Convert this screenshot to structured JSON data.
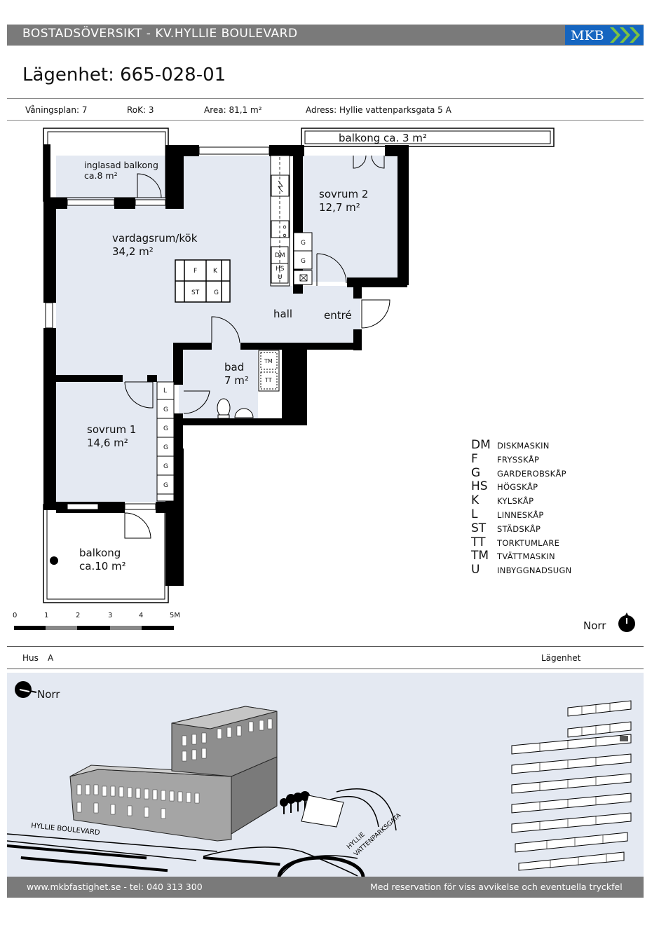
{
  "header": {
    "title": "BOSTADSÖVERSIKT - KV.HYLLIE BOULEVARD",
    "logo_text": "MKB"
  },
  "apartment": {
    "title": "Lägenhet:  665-028-01"
  },
  "info": {
    "floor": "Våningsplan: 7",
    "rok": "RoK: 3",
    "area": "Area: 81,1 m²",
    "address": "Adress: Hyllie vattenparksgata 5 A"
  },
  "rooms": {
    "glazed_balcony_name": "inglasad balkong",
    "glazed_balcony_area": "ca.8 m²",
    "top_balcony": "balkong ca. 3 m²",
    "bedroom2_name": "sovrum 2",
    "bedroom2_area": "12,7 m²",
    "living_name": "vardagsrum/kök",
    "living_area": "34,2 m²",
    "hall": "hall",
    "entre": "entré",
    "bath_name": "bad",
    "bath_area": "7 m²",
    "bedroom1_name": "sovrum 1",
    "bedroom1_area": "14,6 m²",
    "balcony_name": "balkong",
    "balcony_area": "ca.10 m²"
  },
  "fixtures": {
    "F": "F",
    "K": "K",
    "ST": "ST",
    "G": "G",
    "DM": "DM",
    "HS": "HS",
    "U": "U",
    "TM": "TM",
    "TT": "TT",
    "L": "L"
  },
  "legend": [
    {
      "code": "DM",
      "desc": "DISKMASKIN"
    },
    {
      "code": "F",
      "desc": "FRYSSKÅP"
    },
    {
      "code": "G",
      "desc": "GARDEROBSKÅP"
    },
    {
      "code": "HS",
      "desc": "HÖGSKÅP"
    },
    {
      "code": "K",
      "desc": "KYLSKÅP"
    },
    {
      "code": "L",
      "desc": "LINNESKÅP"
    },
    {
      "code": "ST",
      "desc": "STÄDSKÅP"
    },
    {
      "code": "TT",
      "desc": "TORKTUMLARE"
    },
    {
      "code": "TM",
      "desc": "TVÄTTMASKIN"
    },
    {
      "code": "U",
      "desc": "INBYGGNADSUGN"
    }
  ],
  "scale": {
    "labels": [
      "0",
      "1",
      "2",
      "3",
      "4",
      "5M"
    ]
  },
  "compass": {
    "label": "Norr",
    "icon": "north-arrow-icon"
  },
  "house": {
    "label": "Hus",
    "value": "A",
    "apartment_label": "Lägenhet"
  },
  "site": {
    "north_label": "Norr",
    "street1": "HYLLIE BOULEVARD",
    "street2_line1": "HYLLIE",
    "street2_line2": "VATTENPARKSGATA"
  },
  "footer": {
    "left": "www.mkbfastighet.se - tel: 040 313 300",
    "right": "Med reservation för viss avvikelse och eventuella tryckfel"
  },
  "colors": {
    "header_bg": "#7a7a7a",
    "room_fill": "#e4e9f2",
    "wall": "#000000",
    "logo_blue": "#1565c0",
    "logo_green": "#7cc242"
  }
}
